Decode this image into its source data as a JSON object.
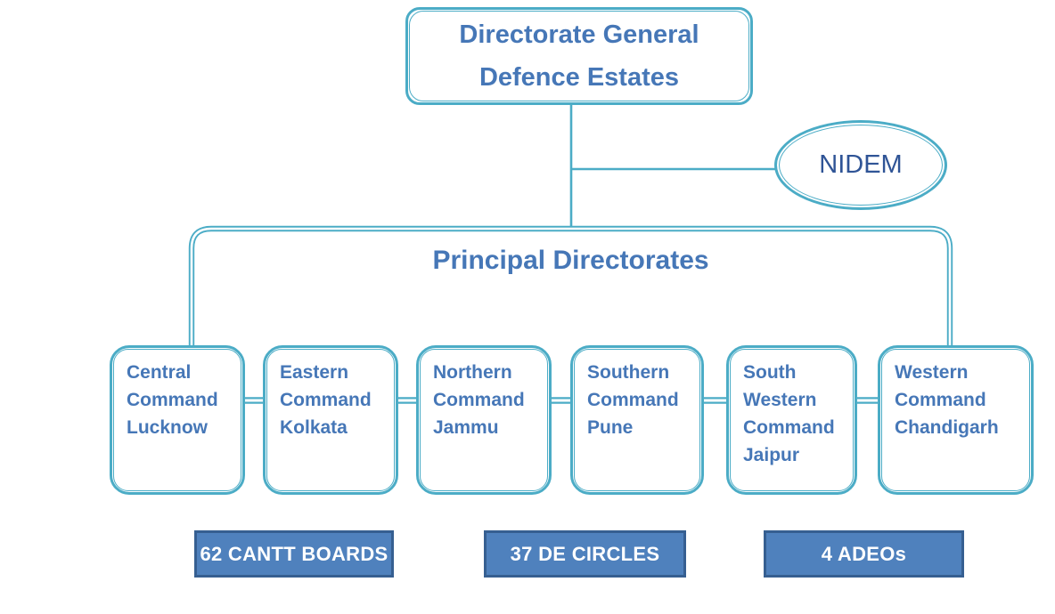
{
  "diagram": {
    "root": {
      "text": "Directorate General\nDefence Estates"
    },
    "nidem": {
      "text": "NIDEM"
    },
    "principal": {
      "title": "Principal Directorates"
    },
    "commands": [
      {
        "text": "Central\nCommand\nLucknow"
      },
      {
        "text": "Eastern\nCommand\nKolkata"
      },
      {
        "text": "Northern\nCommand\nJammu"
      },
      {
        "text": "Southern\nCommand\nPune"
      },
      {
        "text": "South\nWestern\nCommand\nJaipur"
      },
      {
        "text": "Western\nCommand\nChandigarh"
      }
    ],
    "banners": [
      {
        "label": "62 CANTT BOARDS"
      },
      {
        "label": "37 DE CIRCLES"
      },
      {
        "label": "4 ADEOs"
      }
    ]
  },
  "colors": {
    "teal": "#4BACC6",
    "text-blue": "#4677B7",
    "nidem-text": "#2F5496",
    "banner-fill": "#4F81BD",
    "banner-border": "#365F91",
    "banner-text": "#FFFFFF"
  }
}
